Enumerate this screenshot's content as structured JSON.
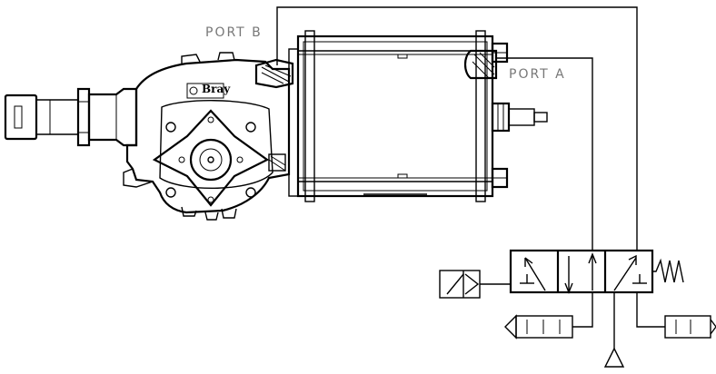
{
  "labels": {
    "port_b": "PORT B",
    "port_a": "PORT A",
    "brand": "Bray"
  },
  "colors": {
    "line": "#000000",
    "label_text": "#777777",
    "background": "#ffffff"
  },
  "components": {
    "actuator_icon": "double-acting-cylinder-icon",
    "valve_icon": "quarter-turn-valve-icon",
    "solenoid_valve_icon": "five-port-solenoid-valve-icon",
    "exhaust_icon": "exhaust-muffler-icon",
    "supply_icon": "air-supply-triangle-icon",
    "spring_icon": "spring-return-icon"
  }
}
